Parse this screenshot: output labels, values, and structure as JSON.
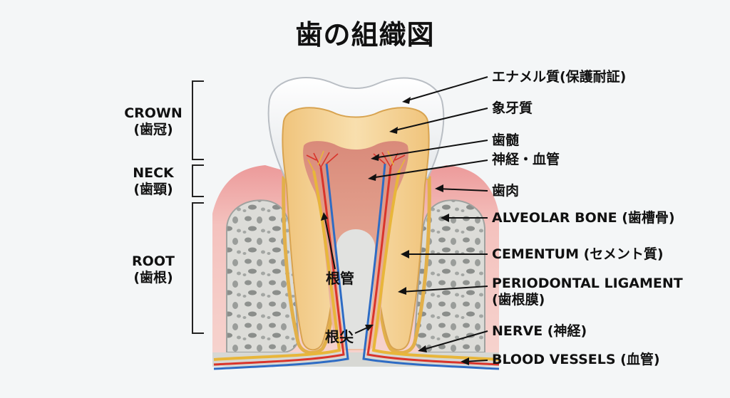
{
  "title": "歯の組織図",
  "left_labels": {
    "crown": [
      "CROWN",
      "(歯冠)"
    ],
    "neck": [
      "NECK",
      "(歯頸)"
    ],
    "root": [
      "ROOT",
      "(歯根)"
    ]
  },
  "right_labels": {
    "enamel": "エナメル質(保護耐証)",
    "dentin": "象牙質",
    "pulp": "歯髄",
    "nerves_vessels": "神経・血管",
    "gum": "歯肉",
    "alveolar_bone": "ALVEOLAR BONE (歯槽骨)",
    "cementum": "CEMENTUM (セメント質)",
    "periodontal": [
      "PERIODONTAL LIGAMENT",
      "(歯根膜)"
    ],
    "nerve": "NERVE (神経)",
    "blood_vessels": "BLOOD VESSELS (血管)"
  },
  "inner_labels": {
    "root_canal": "根管",
    "apex": "根尖"
  },
  "colors": {
    "enamel": "#f7f8fa",
    "dentin": "#f3cf8c",
    "pulp": "#e9a58e",
    "gum": "#f1b7b4",
    "bone": "#d8d9d6",
    "nerve": "#e8b63a",
    "artery": "#d9342b",
    "vein": "#2e6cc4"
  }
}
